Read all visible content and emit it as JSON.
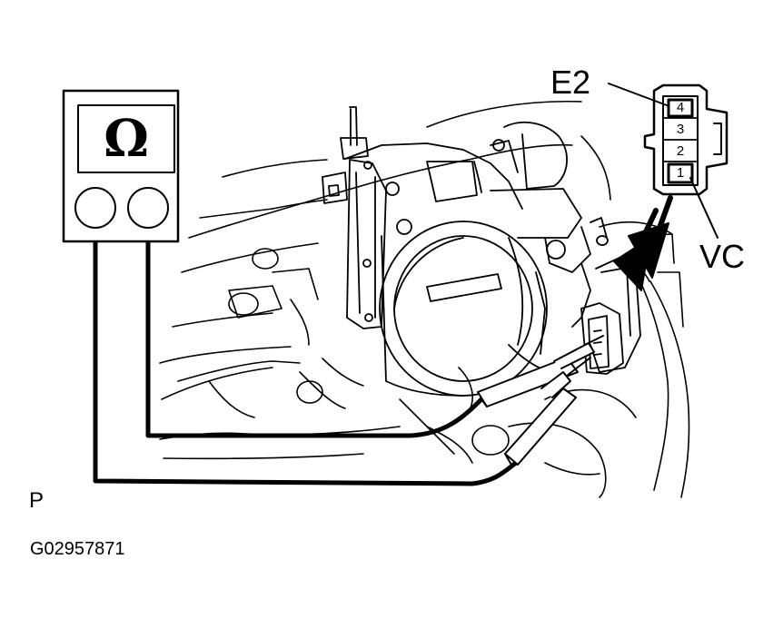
{
  "meter": {
    "symbol": "Ω",
    "icon": "ohmmeter-icon"
  },
  "connector": {
    "pins": [
      "4",
      "3",
      "2",
      "1"
    ],
    "label_e2": "E2",
    "label_vc": "VC"
  },
  "footer": {
    "view_letter": "P",
    "figure_code": "G02957871"
  }
}
